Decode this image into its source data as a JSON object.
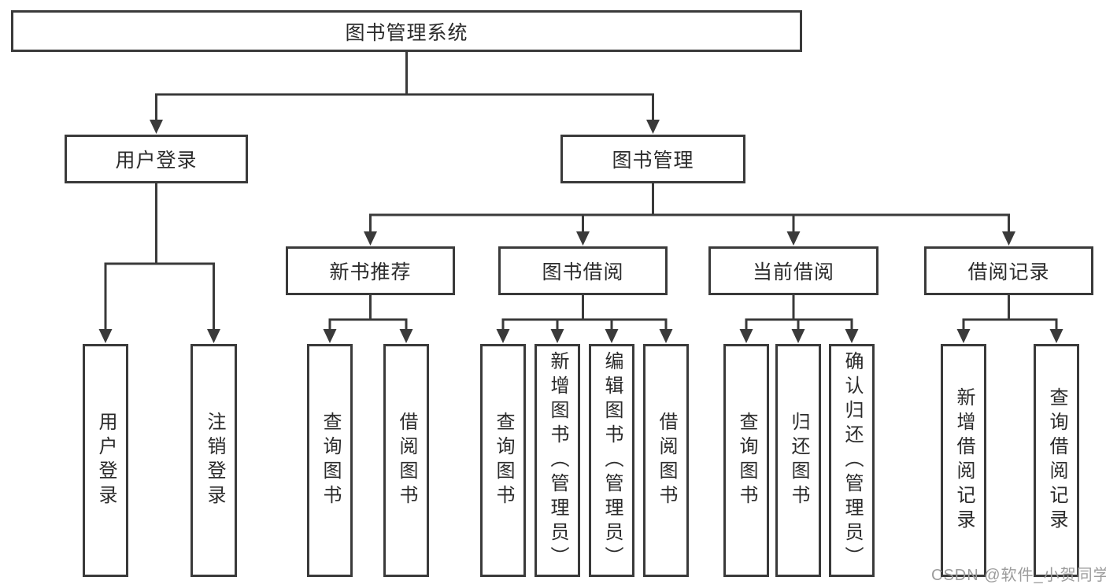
{
  "tree": {
    "label": "图书管理系统",
    "children": [
      {
        "label": "用户登录",
        "children": [
          {
            "label": "用户登录"
          },
          {
            "label": "注销登录"
          }
        ]
      },
      {
        "label": "图书管理",
        "children": [
          {
            "label": "新书推荐",
            "children": [
              {
                "label": "查询图书"
              },
              {
                "label": "借阅图书"
              }
            ]
          },
          {
            "label": "图书借阅",
            "children": [
              {
                "label": "查询图书"
              },
              {
                "label": "新增图书（管理员）"
              },
              {
                "label": "编辑图书（管理员）"
              },
              {
                "label": "借阅图书"
              }
            ]
          },
          {
            "label": "当前借阅",
            "children": [
              {
                "label": "查询图书"
              },
              {
                "label": "归还图书"
              },
              {
                "label": "确认归还（管理员）"
              }
            ]
          },
          {
            "label": "借阅记录",
            "children": [
              {
                "label": "新增借阅记录"
              },
              {
                "label": "查询借阅记录"
              }
            ]
          }
        ]
      }
    ]
  },
  "watermark": "CSDN @软件_小贺同学",
  "colors": {
    "line": "#3a3a3a",
    "text": "#2b2b2b",
    "watermark": "#9c9c9c",
    "background": "#ffffff"
  }
}
